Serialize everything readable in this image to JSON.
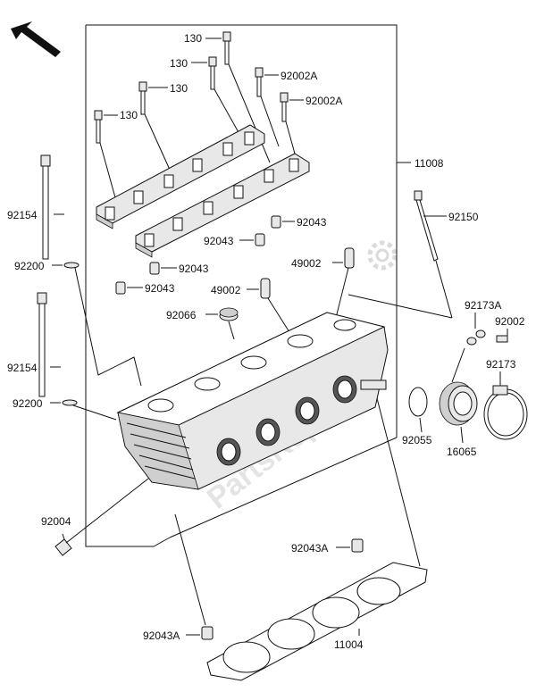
{
  "watermark": "PartsRepublik",
  "labels": {
    "l130a": "130",
    "l130b": "130",
    "l130c": "130",
    "l130d": "130",
    "l92002Aa": "92002A",
    "l92002Ab": "92002A",
    "l11008": "11008",
    "l92154a": "92154",
    "l92200a": "92200",
    "l92154b": "92154",
    "l92200b": "92200",
    "l92043a": "92043",
    "l92043b": "92043",
    "l92043c": "92043",
    "l92043d": "92043",
    "l49002a": "49002",
    "l49002b": "49002",
    "l92066": "92066",
    "l92150": "92150",
    "l92173A": "92173A",
    "l92002": "92002",
    "l92173": "92173",
    "l92055": "92055",
    "l16065": "16065",
    "l92004": "92004",
    "l92043Aa": "92043A",
    "l92043Ab": "92043A",
    "l11004": "11004"
  },
  "icons": {
    "direction": "arrow-up-left-icon",
    "gear": "gear-icon"
  }
}
